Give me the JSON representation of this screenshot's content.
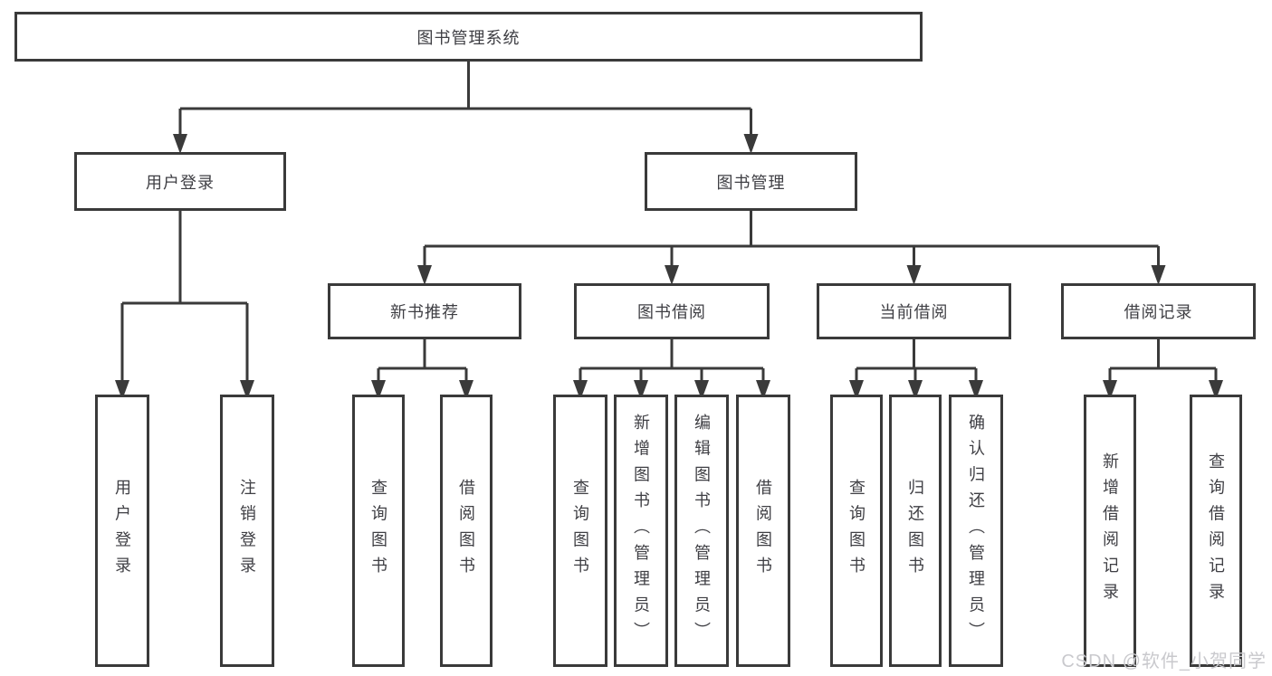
{
  "title": "图书管理系统",
  "watermark": "CSDN @软件_小贺同学",
  "colors": {
    "line": "#3a3a3a",
    "text": "#3f3f44",
    "watermark": "#c9c9cd",
    "background": "#ffffff"
  },
  "tree": {
    "root": {
      "label": "图书管理系统",
      "children": [
        {
          "label": "用户登录",
          "children": [
            {
              "label": "用户登录"
            },
            {
              "label": "注销登录"
            }
          ]
        },
        {
          "label": "图书管理",
          "children": [
            {
              "label": "新书推荐",
              "children": [
                {
                  "label": "查询图书"
                },
                {
                  "label": "借阅图书"
                }
              ]
            },
            {
              "label": "图书借阅",
              "children": [
                {
                  "label": "查询图书"
                },
                {
                  "label": "新增图书（管理员）"
                },
                {
                  "label": "编辑图书（管理员）"
                },
                {
                  "label": "借阅图书"
                }
              ]
            },
            {
              "label": "当前借阅",
              "children": [
                {
                  "label": "查询图书"
                },
                {
                  "label": "归还图书"
                },
                {
                  "label": "确认归还（管理员）"
                }
              ]
            },
            {
              "label": "借阅记录",
              "children": [
                {
                  "label": "新增借阅记录"
                },
                {
                  "label": "查询借阅记录"
                }
              ]
            }
          ]
        }
      ]
    }
  }
}
